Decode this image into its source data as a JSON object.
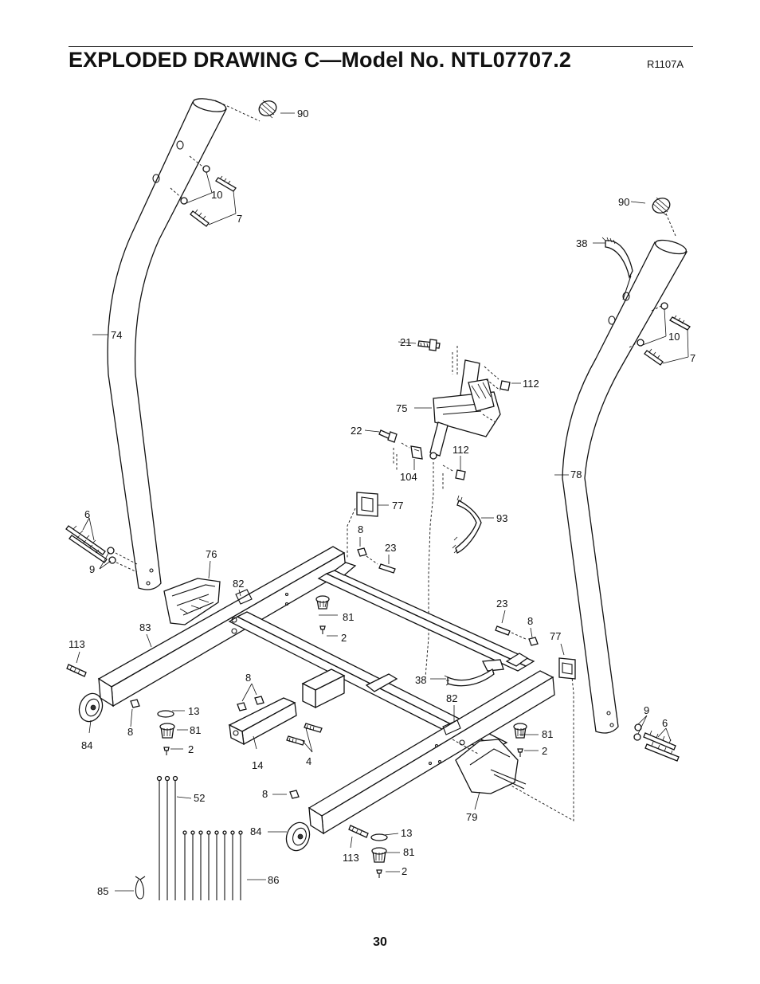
{
  "header": {
    "title": "EXPLODED DRAWING C—Model No. NTL07707.2",
    "reference_code": "R1107A"
  },
  "footer": {
    "page_number": "30"
  },
  "callouts": {
    "c90_left": "90",
    "c10_left": "10",
    "c7_left": "7",
    "c74": "74",
    "c6_left": "6",
    "c9_left": "9",
    "c76": "76",
    "c82_left": "82",
    "c83": "83",
    "c113_left": "113",
    "c84_left": "84",
    "c8_bl": "8",
    "c13_left": "13",
    "c81_left": "81",
    "c2_left": "2",
    "c90_right": "90",
    "c38_top": "38",
    "c10_right": "10",
    "c7_right": "7",
    "c21": "21",
    "c112_top": "112",
    "c75": "75",
    "c22": "22",
    "c104": "104",
    "c112_low": "112",
    "c77_left": "77",
    "c93": "93",
    "c8_mid": "8",
    "c23_left": "23",
    "c81_mid": "81",
    "c2_mid": "2",
    "c78": "78",
    "c23_right": "23",
    "c8_right": "8",
    "c77_right": "77",
    "c38_mid": "38",
    "c82_right": "82",
    "c9_right": "9",
    "c6_right": "6",
    "c81_right": "81",
    "c2_right": "2",
    "c8_pair": "8",
    "c14": "14",
    "c4": "4",
    "c79": "79",
    "c52": "52",
    "c8_low": "8",
    "c84_right": "84",
    "c13_right": "13",
    "c113_right": "113",
    "c81_low": "81",
    "c2_low": "2",
    "c86": "86",
    "c85": "85"
  }
}
